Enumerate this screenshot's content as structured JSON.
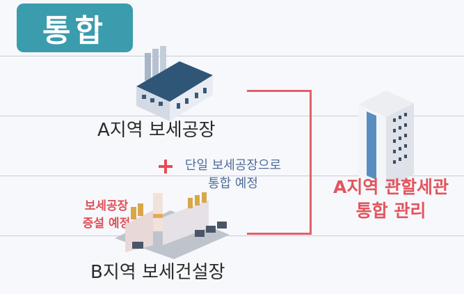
{
  "badge": {
    "label": "통합",
    "color": "#3a9cad"
  },
  "facility_a": {
    "label": "A지역 보세공장",
    "icon": "factory-icon"
  },
  "connector": {
    "plus": "+",
    "note_line1": "단일 보세공장으로",
    "note_line2": "통합 예정"
  },
  "facility_b": {
    "label": "B지역 보세건설장",
    "icon": "industrial-plant-icon",
    "note_line1": "보세공장",
    "note_line2": "증설 예정"
  },
  "customs": {
    "icon": "office-tower-icon",
    "line1": "A지역 관할세관",
    "line2": "통합 관리"
  },
  "colors": {
    "accent_red": "#e2555e",
    "text_blue": "#4e6c9a",
    "line_gray": "#c9ccd6"
  }
}
